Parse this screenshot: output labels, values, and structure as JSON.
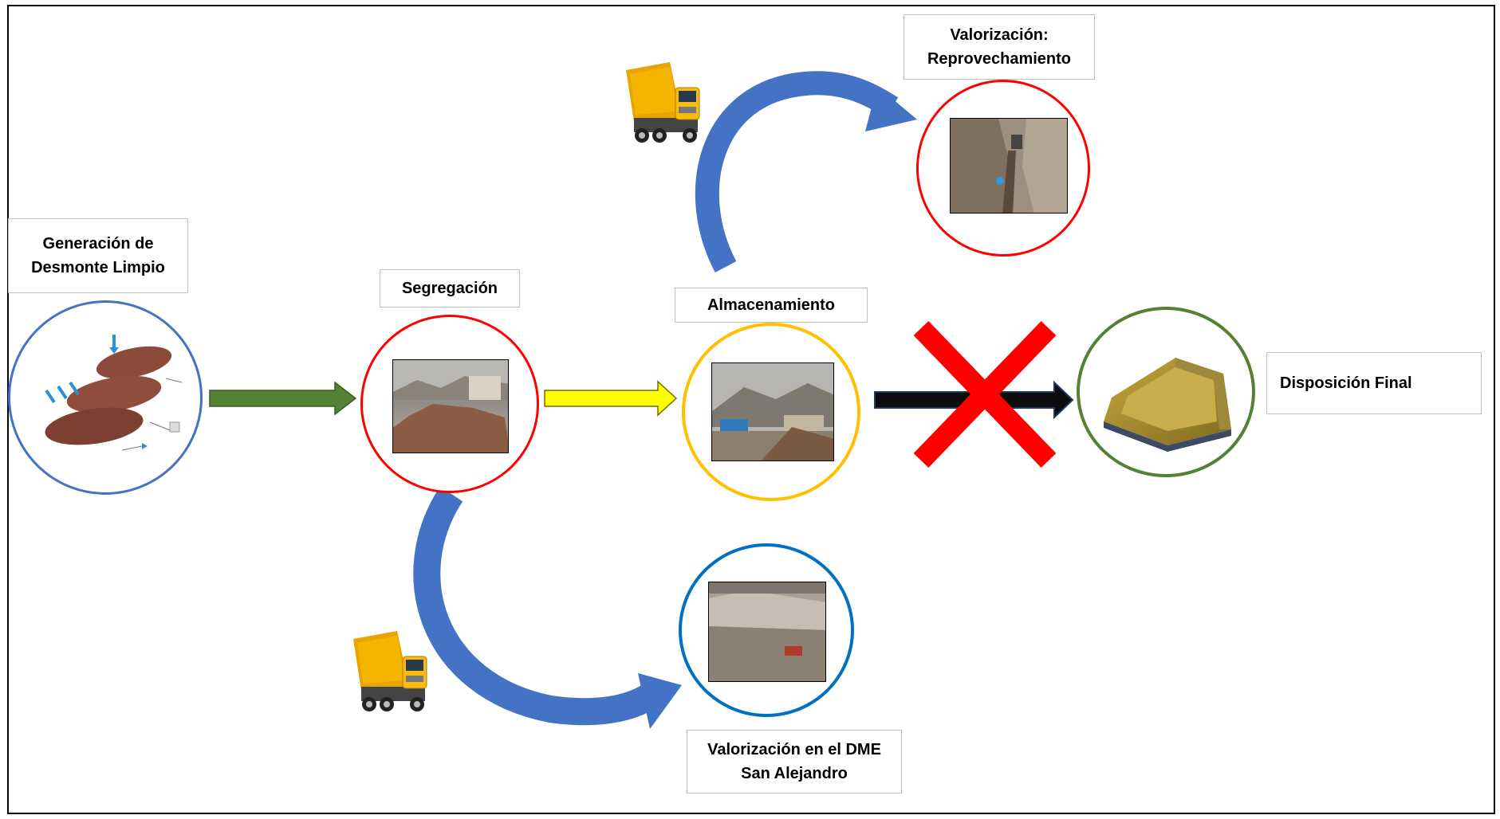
{
  "labels": {
    "generacion": "Generación de\nDesmonte Limpio",
    "segregacion": "Segregación",
    "almacenamiento": "Almacenamiento",
    "valorizacion_reprov": "Valorización:\nReprovechamiento",
    "disposicion_final": "Disposición Final",
    "valorizacion_dme": "Valorización en el DME\nSan Alejandro"
  },
  "colors": {
    "blue_circle": "#4472c4",
    "red_circle": "#ff0000",
    "yellow_circle": "#ffc000",
    "green_circle": "#548235",
    "dme_circle": "#0070c0",
    "green_arrow": "#548235",
    "yellow_arrow": "#ffff00",
    "black_arrow": "#000000",
    "curved_arrow": "#4472c4",
    "cross": "#ff0000",
    "truck_body": "#f5b400",
    "label_border": "#bfbfbf"
  },
  "icons": {
    "truck_top": "dump-truck-icon",
    "truck_bottom": "dump-truck-icon",
    "cross": "cross-mark-icon"
  }
}
